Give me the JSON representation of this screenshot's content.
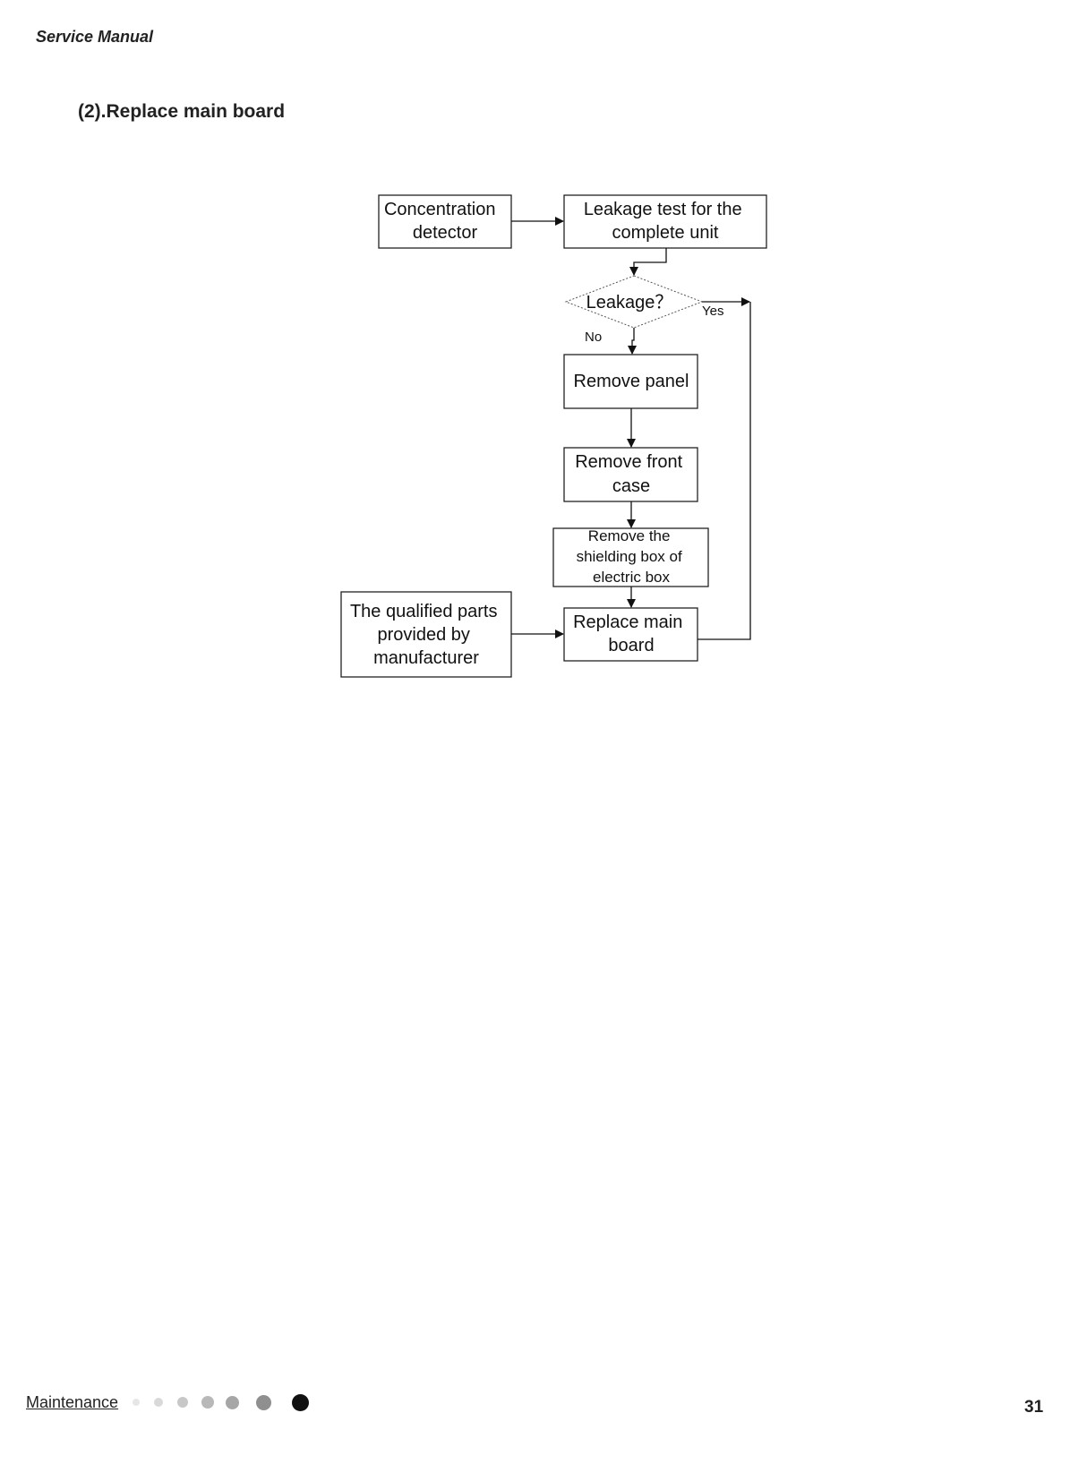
{
  "header": {
    "text": "Service Manual"
  },
  "section": {
    "title": "(2).Replace main board"
  },
  "flow": {
    "concentration_detector": [
      "Concentration",
      "detector"
    ],
    "leakage_test": [
      "Leakage test for the",
      "complete unit"
    ],
    "leakage_question": "Leakage？",
    "yes_label": "Yes",
    "no_label": "No",
    "remove_panel": [
      "Remove panel"
    ],
    "remove_front_case": [
      "Remove front",
      "case"
    ],
    "remove_shielding": [
      "Remove the",
      "shielding box of",
      "electric box"
    ],
    "qualified_parts": [
      "The qualified parts",
      "provided by",
      "manufacturer"
    ],
    "replace_main_board": [
      "Replace main",
      "board"
    ]
  },
  "footer": {
    "section_link": "Maintenance",
    "page_number": "31",
    "dot_colors": [
      "#e6e6e6",
      "#d9d9d9",
      "#c8c8c8",
      "#b8b8b8",
      "#a6a6a6",
      "#8f8f8f",
      "#111111"
    ]
  }
}
